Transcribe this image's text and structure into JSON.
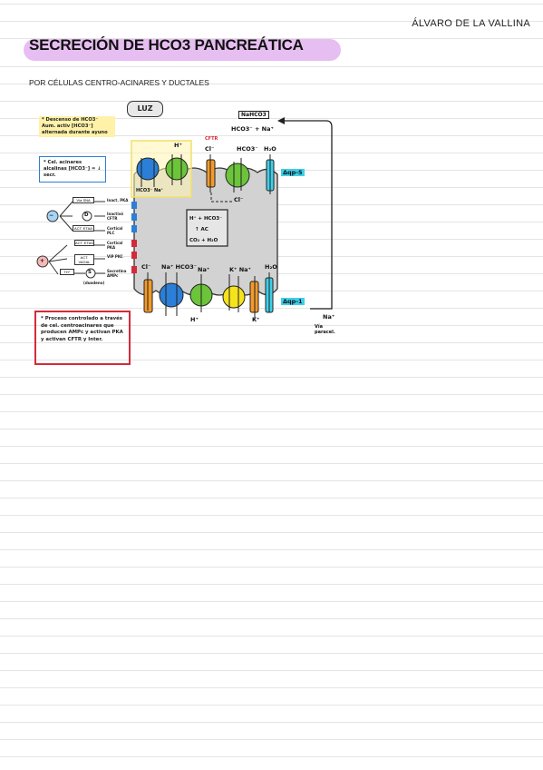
{
  "header": {
    "author": "ÁLVARO DE LA VALLINA",
    "title": "SECRECIÓN DE HCO3 PANCREÁTICA",
    "subtitle": "POR CÉLULAS CENTRO-ACINARES Y DUCTALES"
  },
  "notes": {
    "yellow": "* Descenso de HCO3⁻ Aum. activ [HCO3⁻] alternada durante ayuno",
    "blue": "* Cel. acinares alcalinas [HCO3⁻] = ↓ secr.",
    "red": "* Proceso controlado a través de cel. centroacinares que producen AMPc y activan PKA y activan CFTR y Inter."
  },
  "diagram": {
    "lumen": "LUZ",
    "nahco3": "NaHCO3",
    "lumen_eq": "HCO3⁻ + Na⁺",
    "cftr": "CFTR",
    "cl": "Cl⁻",
    "hco3": "HCO3⁻",
    "water": "H₂O",
    "h_plus": "H⁺",
    "k_plus": "K⁺",
    "na_plus": "Na⁺",
    "na_hco3": "Na⁺ HCO3⁻",
    "k_na": "K⁺ Na⁺",
    "aqp_apical": "Δqp-5",
    "aqp_baso": "Δqp-1",
    "apical_exchange": "HCO3⁻ Na⁺",
    "cl_recycle": "Cl⁻",
    "reaction1": "H⁺ + HCO3⁻",
    "reaction2": "↑ AC",
    "reaction3": "CO₂ + H₂O",
    "paracellular": "Vía paracel."
  },
  "regulation": {
    "minus": "−",
    "plus": "+",
    "delta": "D",
    "s": "S",
    "inhib1": "Vía SNA",
    "inhib3": "ACT. ETAA",
    "stim1": "ACT. ETAS",
    "stim2": "ACT. VAGAL",
    "stim3": "TH⁺",
    "eff1": "Inact. PKA",
    "eff2": "Inactivó CFTR",
    "eff3": "Cortical PLC",
    "eff4": "Cortical PKA",
    "eff5": "VIP PKC",
    "eff6": "Secretina AMPc",
    "source": "(duodeno)"
  }
}
